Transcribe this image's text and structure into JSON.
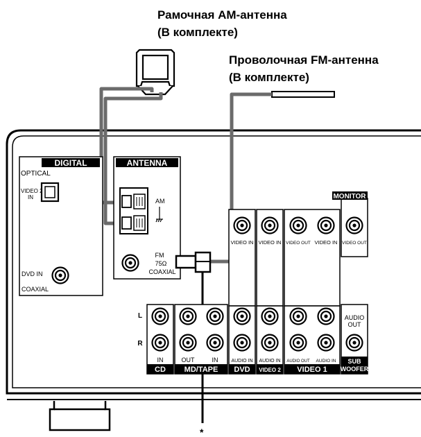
{
  "captions": {
    "am_antenna": [
      "Рамочная AM-антенна",
      "(В комплекте)"
    ],
    "fm_antenna": [
      "Проволочная FM-антенна",
      "(В комплекте)"
    ]
  },
  "panels": {
    "digital": {
      "title": "DIGITAL",
      "optical": "OPTICAL",
      "video2_in": [
        "VIDEO 2",
        "IN"
      ],
      "dvd_in": "DVD IN",
      "coaxial": "COAXIAL"
    },
    "antenna": {
      "title": "ANTENNA",
      "am": "AM",
      "fm": "FM",
      "ohm": "75Ω",
      "coaxial": "COAXIAL"
    },
    "monitor": {
      "title": "MONITOR",
      "video_out": "VIDEO OUT"
    },
    "jacks": {
      "video_in": "VIDEO IN",
      "video_out": "VIDEO OUT",
      "audio_in": "AUDIO IN",
      "audio_out": "AUDIO OUT",
      "audio_out_stack": [
        "AUDIO",
        "OUT"
      ],
      "L": "L",
      "R": "R",
      "in": "IN",
      "out": "OUT"
    },
    "group_labels": {
      "cd": "CD",
      "md_tape": "MD/TAPE",
      "dvd": "DVD",
      "video2": "VIDEO 2",
      "video1": "VIDEO 1",
      "sub_woofer": [
        "SUB",
        "WOOFER"
      ]
    }
  },
  "footnote_mark": "*"
}
